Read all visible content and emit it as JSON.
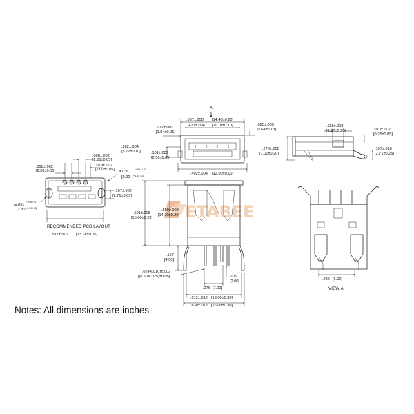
{
  "colors": {
    "line": "#111111",
    "watermark": "#f2c9a8",
    "watermark_dark": "#e9b68f"
  },
  "watermark": {
    "text": "ETABEE"
  },
  "notes": "Notes: All dimensions are inches",
  "pcb_layout": {
    "caption": "RECOMMENDED PCB LAYOUT",
    "d_098a": ".098±.002",
    "d_098a_mm": "[2.50±0.05]",
    "d_098b": ".098±.002",
    "d_098b_mm": "[2.50±0.05]",
    "d_079": ".079±.002",
    "d_079_mm": "[2.00±0.05]",
    "d_036": "ø.036",
    "d_036_tol": "+.004 / -0",
    "d_036_mm": "[0.92",
    "d_036_mm_tol": "+0.10 / -0]",
    "d_107": ".107±.002",
    "d_107_mm": "[2.71±0.05]",
    "d_091": "ø.091",
    "d_091_tol": "+.004 / -0",
    "d_091_mm": "[2.30",
    "d_091_mm_tol": "+0.10 / -0]",
    "d_517": ".517±.002",
    "d_517_mm": "[13.14±0.05]"
  },
  "front_view": {
    "view_marker": "A",
    "d_567": ".567±.008",
    "d_567_mm": "[14.40±0.20]",
    "d_437": ".437±.004",
    "d_437_mm": "[11.10±0.10]",
    "d_072": ".072±.002",
    "d_072_mm": "[1.84±0.05]",
    "d_202": ".202±.004",
    "d_202_mm": "[5.12±0.10]",
    "d_101": ".101±.002",
    "d_101_mm": "[2.56±0.05]",
    "d_492": ".492±.004",
    "d_492_mm": "[12.50±0.10]",
    "d_025": ".025±.005",
    "d_025_mm": "[0.64±0.13]",
    "d_276": ".276±.008",
    "d_276_mm": "[7.00±0.20]"
  },
  "side_view": {
    "d_118": ".118±.008",
    "d_118_mm": "[3.00±0.20]",
    "d_010": ".010±.002",
    "d_010_mm": "[0.25±0.05]",
    "d_107": ".107±.010",
    "d_107_mm": "[2.71±0.25]"
  },
  "body_view": {
    "d_591": ".591±.008",
    "d_591_mm": "[15.00±0.20]",
    "d_559": ".559±.008",
    "d_559_mm": "[14.20±0.20]",
    "d_157": ".157",
    "d_157_mm": "[4.00]",
    "d_024": "(.024X.010)±.002",
    "d_024_mm": "[(0.60X.025)±0.05]",
    "d_079": ".079",
    "d_079_mm": "[2.00]",
    "d_276": ".276",
    "d_276_mm": "[7.00]",
    "d_512": ".512±.012",
    "d_512_mm": "[13.00±0.30]",
    "d_630": ".630±.012",
    "d_630_mm": "[16.00±0.30]"
  },
  "view_a": {
    "caption": "VIEW A",
    "d_236": ".236",
    "d_236_mm": "[6.00]"
  }
}
